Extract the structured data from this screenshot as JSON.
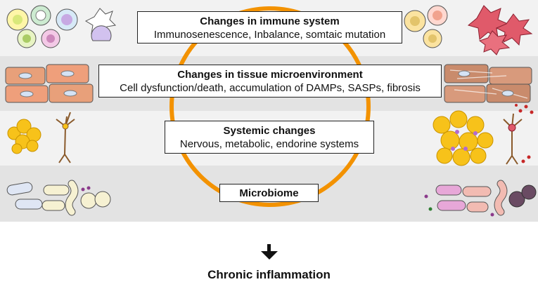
{
  "colors": {
    "band_light": "#f2f2f2",
    "band_dark": "#e3e3e3",
    "ring": "#f39200",
    "box_border": "#222222"
  },
  "diagram": {
    "boxes": [
      {
        "title": "Changes in immune system",
        "subtitle": "Immunosenescence, Inbalance, somtaic mutation"
      },
      {
        "title": "Changes in tissue microenvironment",
        "subtitle": "Cell dysfunction/death, accumulation of DAMPs, SASPs, fibrosis"
      },
      {
        "title": "Systemic changes",
        "subtitle": "Nervous, metabolic, endorine systems"
      },
      {
        "title": "Microbiome",
        "subtitle": ""
      }
    ],
    "outcome": "Chronic inflammation",
    "icons": {
      "immune_left": "young-immune-cells-icon",
      "immune_right": "aged-immune-cells-icon",
      "tissue_left": "healthy-tissue-cells-icon",
      "tissue_right": "fibrotic-tissue-icon",
      "systemic_left": "adipose-and-neuron-icon",
      "systemic_right": "inflamed-adipose-and-neuron-icon",
      "microbiome_left": "healthy-microbiome-icon",
      "microbiome_right": "dysbiotic-microbiome-icon",
      "arrow": "down-arrow-icon"
    }
  }
}
